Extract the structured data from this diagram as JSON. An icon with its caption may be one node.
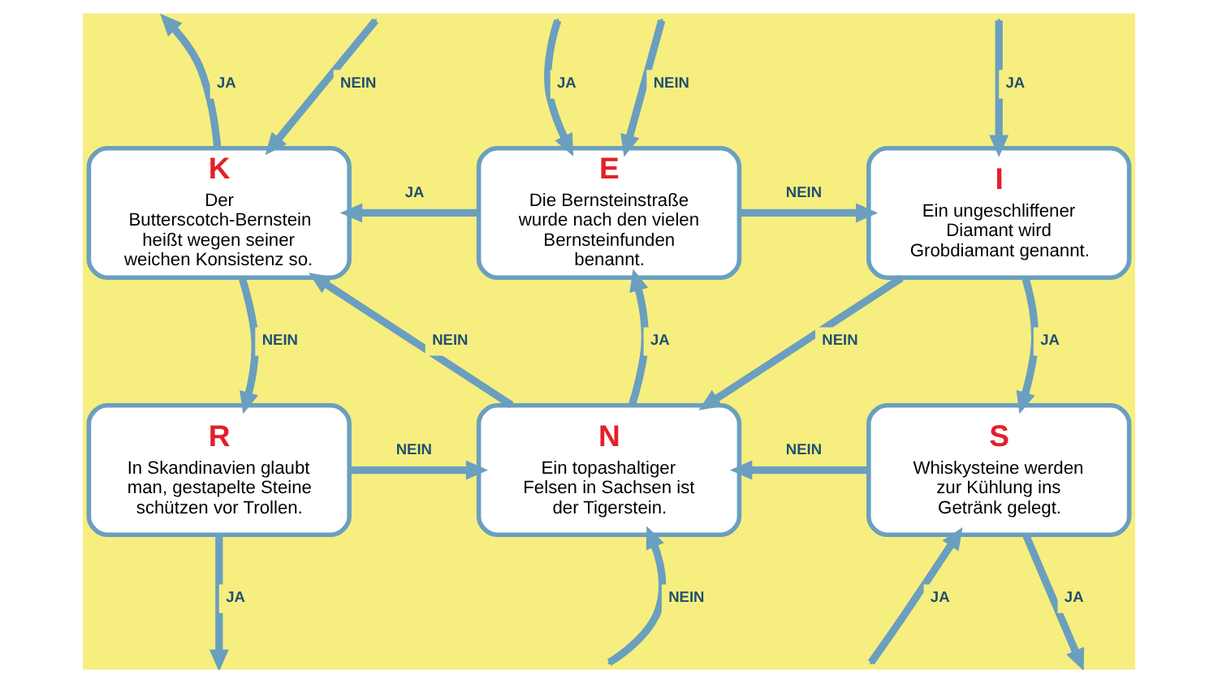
{
  "diagram": {
    "nodes": [
      {
        "text": [
          "K",
          "Der Butterscotch-Bernstein heißt wegen seiner weichen Konsistenz so."
        ]
      },
      {
        "text": [
          "E",
          "Die Bernsteinstraße wurde nach den vielen Bernsteinfunden benannt."
        ]
      },
      {
        "text": [
          "I",
          "Ein ungeschliffener Diamant wird Grobdiamant genannt."
        ]
      },
      {
        "text": [
          "R",
          "In Skandinavien glaubt man, gestapelte Steine schützen vor Trollen."
        ]
      },
      {
        "text": [
          "N",
          "Ein topashaltiger Felsen in Sachsen ist der Tigerstein."
        ]
      },
      {
        "text": [
          "S",
          "Whiskysteine werden zur Kühlung ins Getränk gelegt."
        ]
      }
    ],
    "edges": [
      {
        "from": null,
        "to": 0,
        "arrow": "to",
        "label": "NEIN"
      },
      {
        "from": 0,
        "to": null,
        "arrow": "to",
        "label": "JA"
      },
      {
        "from": null,
        "to": 1,
        "arrow": "to",
        "label": "JA"
      },
      {
        "from": null,
        "to": 1,
        "arrow": "to",
        "label": "NEIN"
      },
      {
        "from": null,
        "to": 2,
        "arrow": "to",
        "label": "JA"
      },
      {
        "from": 1,
        "to": 0,
        "arrow": "to",
        "label": "JA"
      },
      {
        "from": 1,
        "to": 2,
        "arrow": "to",
        "label": "NEIN"
      },
      {
        "from": 0,
        "to": 3,
        "arrow": "to",
        "label": "NEIN"
      },
      {
        "from": 4,
        "to": 0,
        "arrow": "to",
        "label": "NEIN"
      },
      {
        "from": 4,
        "to": 1,
        "arrow": "to",
        "label": "JA"
      },
      {
        "from": 2,
        "to": 4,
        "arrow": "to",
        "label": "NEIN"
      },
      {
        "from": 2,
        "to": 5,
        "arrow": "to",
        "label": "JA"
      },
      {
        "from": 3,
        "to": 4,
        "arrow": "to",
        "label": "NEIN"
      },
      {
        "from": 5,
        "to": 4,
        "arrow": "to",
        "label": "NEIN"
      },
      {
        "from": null,
        "to": 4,
        "arrow": "to",
        "label": "NEIN"
      },
      {
        "from": null,
        "to": 5,
        "arrow": "to",
        "label": "JA"
      },
      {
        "from": 3,
        "to": null,
        "arrow": "to",
        "label": "JA"
      },
      {
        "from": 5,
        "to": null,
        "arrow": "to",
        "label": "JA"
      }
    ]
  }
}
